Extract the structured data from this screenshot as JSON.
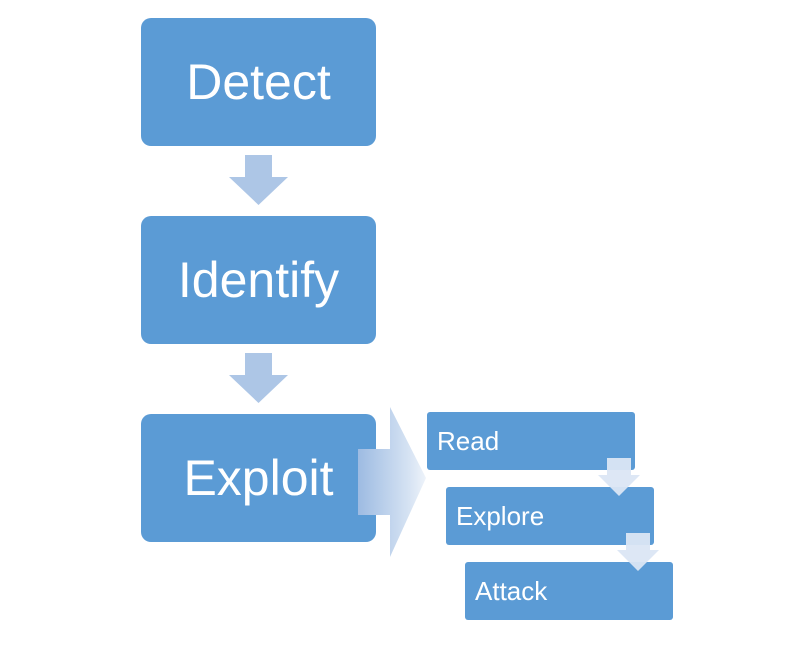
{
  "steps": {
    "detect": "Detect",
    "identify": "Identify",
    "exploit": "Exploit"
  },
  "substeps": {
    "read": "Read",
    "explore": "Explore",
    "attack": "Attack"
  },
  "colors": {
    "box": "#5b9bd5",
    "arrow": "#adc6e6",
    "arrow_light": "#dbe6f4",
    "text": "#ffffff"
  }
}
